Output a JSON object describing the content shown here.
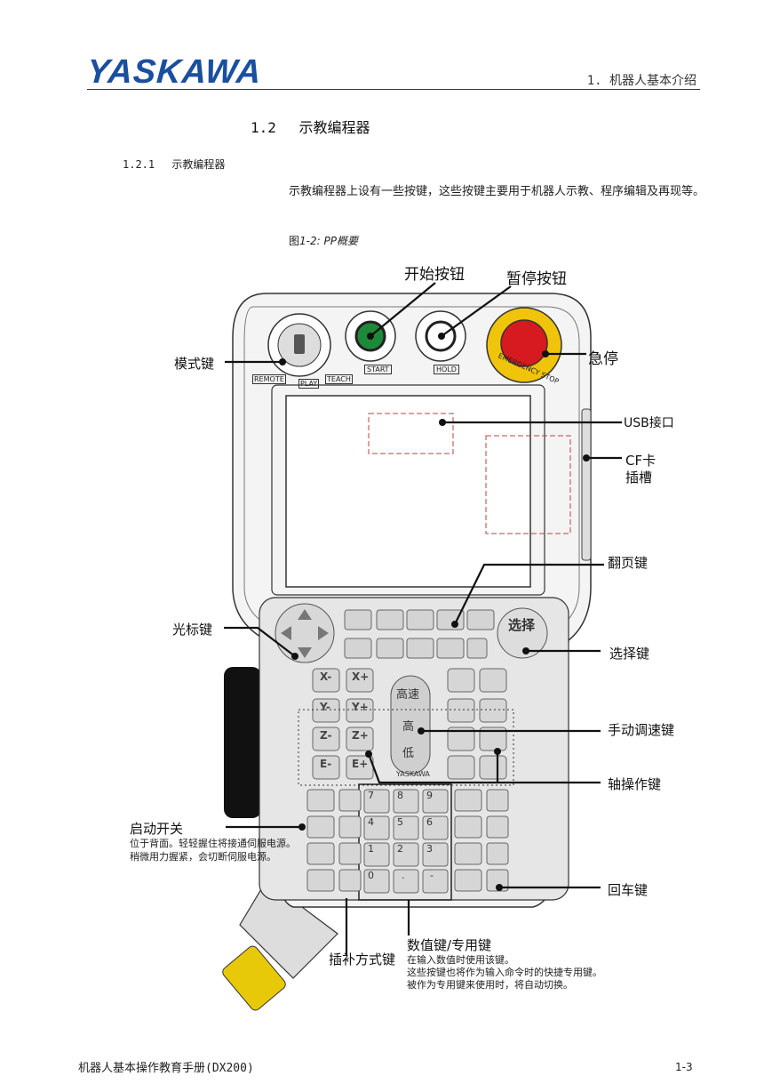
{
  "header": {
    "logo": "YASKAWA",
    "chapter": "1. 机器人基本介绍"
  },
  "section": {
    "title": "1.2　 示教编程器",
    "subtitle": "1.2.1　 示教编程器"
  },
  "paragraph": "示教编程器上设有一些按键，这些按键主要用于机器人示教、程序编辑及再现等。",
  "figure_caption": {
    "prefix": "图",
    "number": "1-2: PP",
    "title": "概要"
  },
  "callouts": {
    "start_button": "开始按钮",
    "hold_button": "暂停按钮",
    "mode_key": "模式键",
    "emergency_stop": "急停",
    "usb": "USB接口",
    "cf_line1": "CF卡",
    "cf_line2": "插槽",
    "page_key": "翻页键",
    "cursor_key": "光标键",
    "select_key": "选择键",
    "speed_key": "手动调速键",
    "axis_key": "轴操作键",
    "enable_switch": "启动开关",
    "enable_note": "位于背面。轻轻握住将接通伺服电源。稍微用力握紧，会切断伺服电源。",
    "enter_key": "回车键",
    "interp_key": "插补方式键",
    "numeric_key": "数值键/专用键",
    "numeric_note_1": "在输入数值时使用该键。",
    "numeric_note_2": "这些按键也将作为输入命令时的快捷专用键。",
    "numeric_note_3": "被作为专用键来使用时，将自动切换。"
  },
  "pendant": {
    "remote": "REMOTE",
    "play": "PLAY",
    "teach": "TEACH",
    "start": "START",
    "hold": "HOLD",
    "estop": "EMERGENCY STOP",
    "select": "选择",
    "fast": "高速",
    "high": "高",
    "low": "低",
    "brand": "YASKAWA",
    "keys_axis": [
      "X-",
      "X+",
      "Y-",
      "Y+",
      "Z-",
      "Z+",
      "E-",
      "E+"
    ],
    "keys_num": [
      "7",
      "8",
      "9",
      "4",
      "5",
      "6",
      "1",
      "2",
      "3",
      "0",
      ".",
      "-"
    ]
  },
  "footer": {
    "left": "机器人基本操作教育手册(DX200)",
    "right": "1-3"
  }
}
